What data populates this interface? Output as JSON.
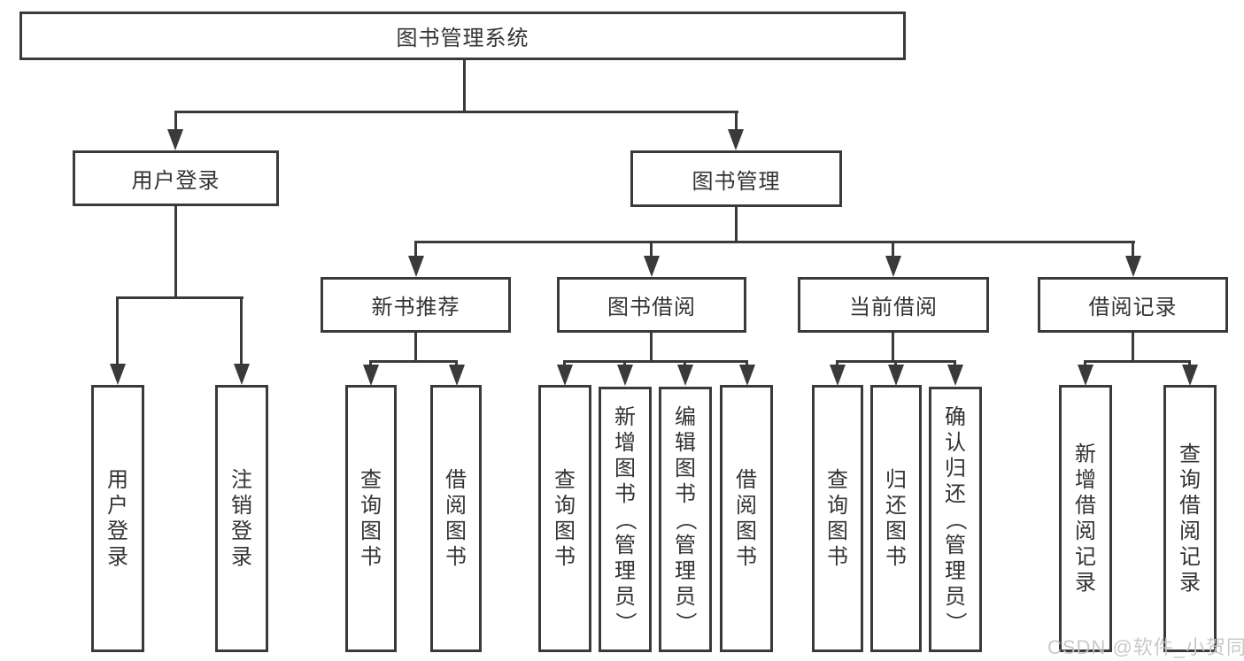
{
  "diagram": {
    "title": "图书管理系统",
    "watermark": "CSDN @软件_小贺同学",
    "colors": {
      "line": "#3a3a3a",
      "text": "#333333",
      "background": "#ffffff",
      "watermark": "#c6c6c6"
    },
    "tree": {
      "root": "图书管理系统",
      "branches": [
        {
          "label": "用户登录",
          "children": [
            "用户登录",
            "注销登录"
          ]
        },
        {
          "label": "图书管理",
          "groups": [
            {
              "label": "新书推荐",
              "children": [
                "查询图书",
                "借阅图书"
              ]
            },
            {
              "label": "图书借阅",
              "children": [
                "查询图书",
                "新增图书（管理员）",
                "编辑图书（管理员）",
                "借阅图书"
              ]
            },
            {
              "label": "当前借阅",
              "children": [
                "查询图书",
                "归还图书",
                "确认归还（管理员）"
              ]
            },
            {
              "label": "借阅记录",
              "children": [
                "新增借阅记录",
                "查询借阅记录"
              ]
            }
          ]
        }
      ]
    }
  }
}
